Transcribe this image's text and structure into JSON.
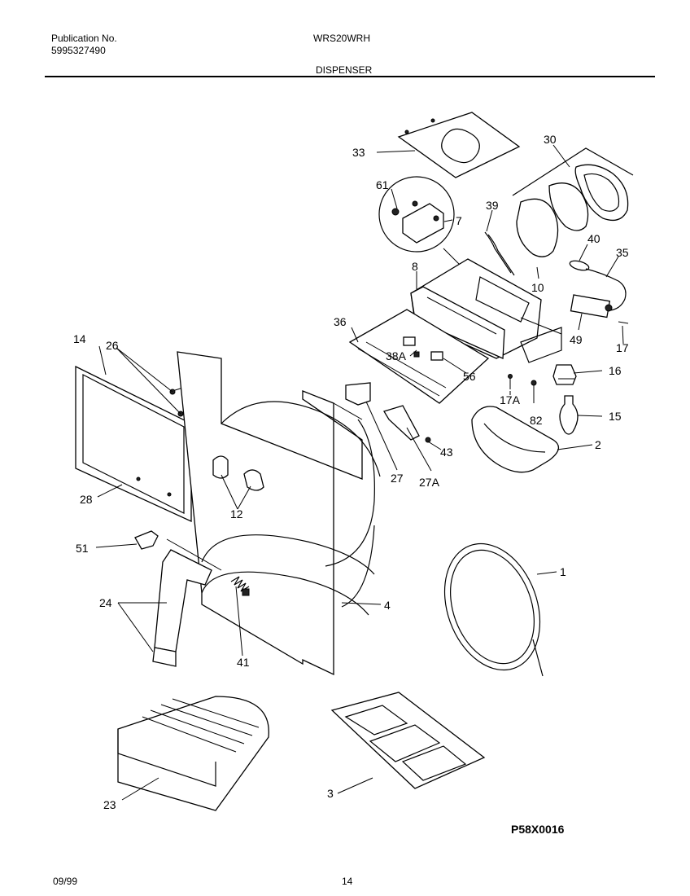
{
  "header": {
    "publication_label": "Publication No.",
    "publication_number": "5995327490",
    "model": "WRS20WRH",
    "section": "DISPENSER"
  },
  "diagram": {
    "code": "P58X0016",
    "callouts": {
      "c33": "33",
      "c30": "30",
      "c61": "61",
      "c39": "39",
      "c7": "7",
      "c40": "40",
      "c35": "35",
      "c8": "8",
      "c10": "10",
      "c36": "36",
      "c49": "49",
      "c17": "17",
      "c38A": "38A",
      "c56": "56",
      "c16": "16",
      "c14": "14",
      "c26": "26",
      "c17A": "17A",
      "c82": "82",
      "c15": "15",
      "c43": "43",
      "c2": "2",
      "c27": "27",
      "c27A": "27A",
      "c28": "28",
      "c12": "12",
      "c51": "51",
      "c1": "1",
      "c24": "24",
      "c4": "4",
      "c41": "41",
      "c23": "23",
      "c3": "3"
    }
  },
  "footer": {
    "date": "09/99",
    "page": "14"
  }
}
